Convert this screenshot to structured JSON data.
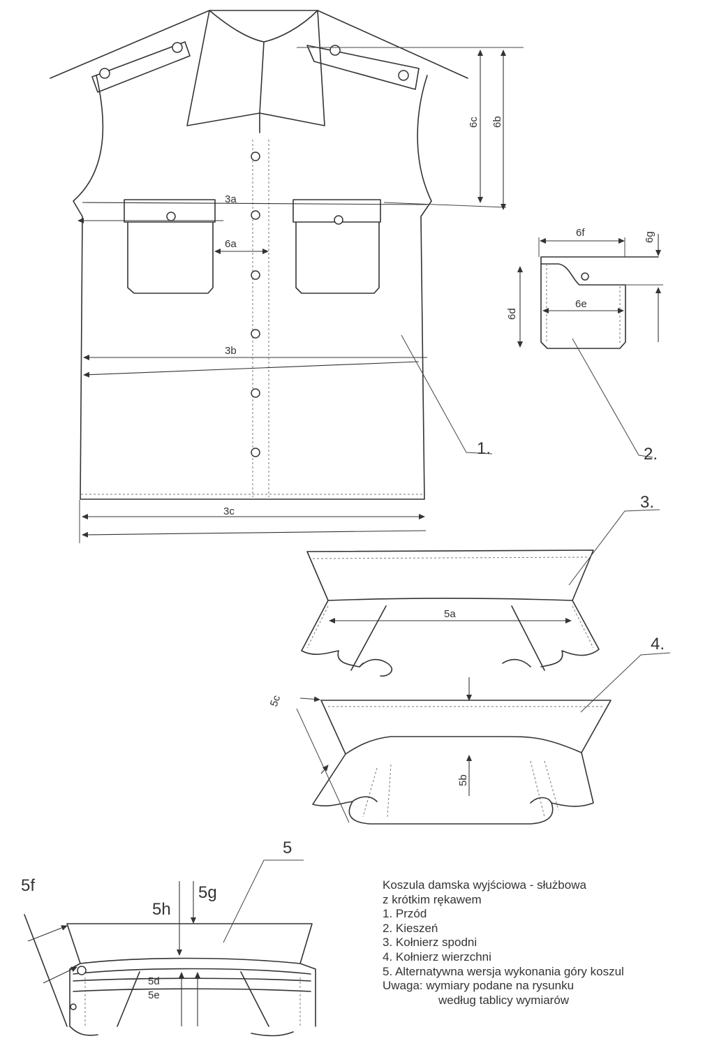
{
  "figures": {
    "front_number": "1.",
    "pocket_number": "2.",
    "under_collar_number": "3.",
    "top_collar_number": "4.",
    "alt_number": "5"
  },
  "dimensions": {
    "d3a": "3a",
    "d3b": "3b",
    "d3c": "3c",
    "d6a": "6a",
    "d6b": "6b",
    "d6c": "6c",
    "d6d": "6d",
    "d6e": "6e",
    "d6f": "6f",
    "d6g": "6g",
    "d5a": "5a",
    "d5b": "5b",
    "d5c": "5c",
    "d5d": "5d",
    "d5e": "5e",
    "d5f": "5f",
    "d5g": "5g",
    "d5h": "5h"
  },
  "legend": {
    "title_line1": "Koszula damska wyjściowa - służbowa",
    "title_line2": "z krótkim rękawem",
    "items": [
      "1. Przód",
      "2. Kieszeń",
      "3. Kołnierz spodni",
      "4. Kołnierz wierzchni",
      "5. Alternatywna wersja wykonania góry koszul"
    ],
    "note_line1": "Uwaga: wymiary podane na rysunku",
    "note_line2": "według tablicy wymiarów"
  }
}
